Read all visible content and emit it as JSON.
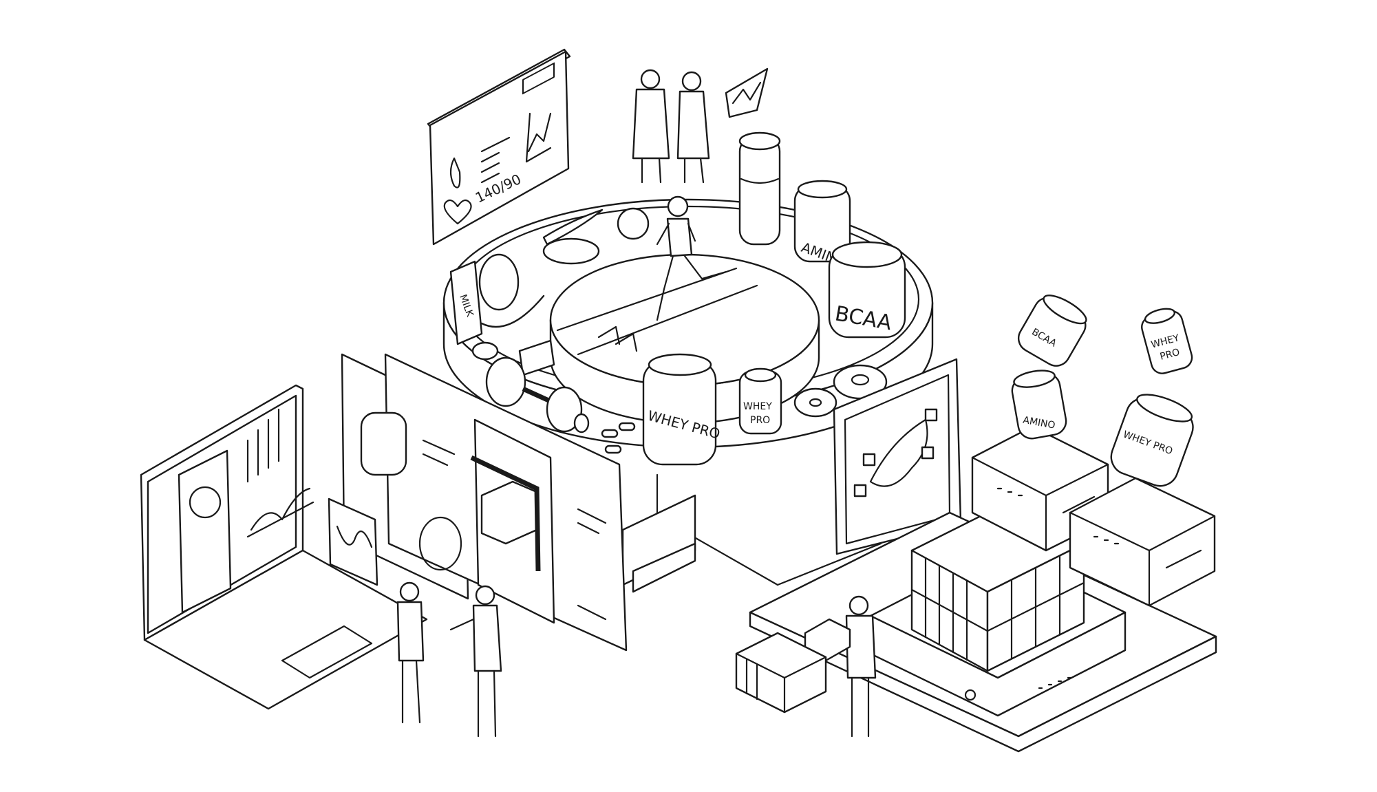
{
  "illustration": {
    "style": "isometric line art",
    "colors": {
      "stroke": "#1a1a1a",
      "background": "#ffffff"
    },
    "health_panel": {
      "blood_pressure": "140/90"
    },
    "food": {
      "milk_label": "MILK"
    },
    "supplements": {
      "amino_jar": "AMINO",
      "bcaa_jar": "BCAA",
      "whey_jar_large": "WHEY PRO",
      "whey_bottle_small_top": "WHEY",
      "whey_bottle_small_bottom": "PRO",
      "floating_bcaa": "BCAA",
      "floating_whey_small_top": "WHEY",
      "floating_whey_small_bottom": "PRO",
      "floating_amino": "AMINO",
      "floating_whey_large": "WHEY PRO"
    }
  }
}
